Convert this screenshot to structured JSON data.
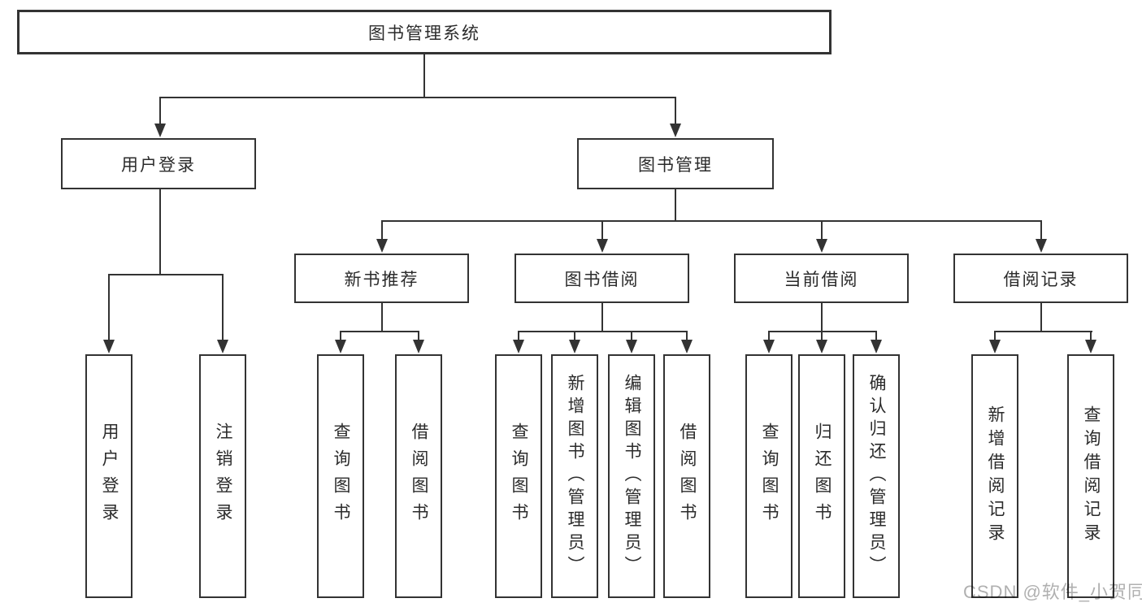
{
  "diagram": {
    "root": {
      "label": "图书管理系统"
    },
    "level2": {
      "user_login": {
        "label": "用户登录"
      },
      "book_management": {
        "label": "图书管理"
      }
    },
    "level3": {
      "new_book_recommend": {
        "label": "新书推荐"
      },
      "book_borrow": {
        "label": "图书借阅"
      },
      "current_borrow": {
        "label": "当前借阅"
      },
      "borrow_records": {
        "label": "借阅记录"
      }
    },
    "leaves": {
      "user_login": [
        {
          "label": "用户登录"
        },
        {
          "label": "注销登录"
        }
      ],
      "new_book_recommend": [
        {
          "label": "查询图书"
        },
        {
          "label": "借阅图书"
        }
      ],
      "book_borrow": [
        {
          "label": "查询图书"
        },
        {
          "label": "新增图书（管理员）"
        },
        {
          "label": "编辑图书（管理员）"
        },
        {
          "label": "借阅图书"
        }
      ],
      "current_borrow": [
        {
          "label": "查询图书"
        },
        {
          "label": "归还图书"
        },
        {
          "label": "确认归还（管理员）"
        }
      ],
      "borrow_records": [
        {
          "label": "新增借阅记录"
        },
        {
          "label": "查询借阅记录"
        }
      ]
    },
    "watermark": "CSDN @软件_小贺同学",
    "colors": {
      "line": "#333333",
      "text": "#2b2b2b",
      "watermark": "#b0b0b0",
      "background": "#ffffff"
    }
  }
}
